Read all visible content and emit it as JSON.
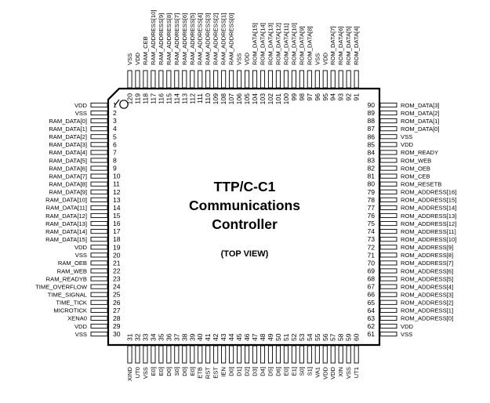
{
  "chip": {
    "title_lines": [
      "TTP/C-C1",
      "Communications",
      "Controller"
    ],
    "subtitle": "(TOP VIEW)"
  },
  "pins": {
    "left": [
      {
        "num": "1",
        "name": "VDD"
      },
      {
        "num": "2",
        "name": "VSS"
      },
      {
        "num": "3",
        "name": "RAM_DATA[0]"
      },
      {
        "num": "4",
        "name": "RAM_DATA[1]"
      },
      {
        "num": "5",
        "name": "RAM_DATA[2]"
      },
      {
        "num": "6",
        "name": "RAM_DATA[3]"
      },
      {
        "num": "7",
        "name": "RAM_DATA[4]"
      },
      {
        "num": "8",
        "name": "RAM_DATA[5]"
      },
      {
        "num": "9",
        "name": "RAM_DATA[6]"
      },
      {
        "num": "10",
        "name": "RAM_DATA[7]"
      },
      {
        "num": "11",
        "name": "RAM_DATA[8]"
      },
      {
        "num": "12",
        "name": "RAM_DATA[9]"
      },
      {
        "num": "13",
        "name": "RAM_DATA[10]"
      },
      {
        "num": "14",
        "name": "RAM_DATA[11]"
      },
      {
        "num": "15",
        "name": "RAM_DATA[12]"
      },
      {
        "num": "16",
        "name": "RAM_DATA[13]"
      },
      {
        "num": "17",
        "name": "RAM_DATA[14]"
      },
      {
        "num": "18",
        "name": "RAM_DATA[15]"
      },
      {
        "num": "19",
        "name": "VDD"
      },
      {
        "num": "20",
        "name": "VSS"
      },
      {
        "num": "21",
        "name": "RAM_OEB"
      },
      {
        "num": "22",
        "name": "RAM_WEB"
      },
      {
        "num": "23",
        "name": "RAM_READYB"
      },
      {
        "num": "24",
        "name": "TIME_OVERFLOW"
      },
      {
        "num": "25",
        "name": "TIME_SIGNAL"
      },
      {
        "num": "26",
        "name": "TIME_TICK"
      },
      {
        "num": "27",
        "name": "MICROTICK"
      },
      {
        "num": "28",
        "name": "XENA0"
      },
      {
        "num": "29",
        "name": "VDD"
      },
      {
        "num": "30",
        "name": "VSS"
      }
    ],
    "right": [
      {
        "num": "90",
        "name": "ROM_DATA[3]"
      },
      {
        "num": "89",
        "name": "ROM_DATA[2]"
      },
      {
        "num": "88",
        "name": "ROM_DATA[1]"
      },
      {
        "num": "87",
        "name": "ROM_DATA[0]"
      },
      {
        "num": "86",
        "name": "VSS"
      },
      {
        "num": "85",
        "name": "VDD"
      },
      {
        "num": "84",
        "name": "ROM_READY"
      },
      {
        "num": "83",
        "name": "ROM_WEB"
      },
      {
        "num": "82",
        "name": "ROM_OEB"
      },
      {
        "num": "81",
        "name": "ROM_CEB"
      },
      {
        "num": "80",
        "name": "ROM_RESETB"
      },
      {
        "num": "79",
        "name": "ROM_ADDRESS[16]"
      },
      {
        "num": "78",
        "name": "ROM_ADDRESS[15]"
      },
      {
        "num": "77",
        "name": "ROM_ADDRESS[14]"
      },
      {
        "num": "76",
        "name": "ROM_ADDRESS[13]"
      },
      {
        "num": "75",
        "name": "ROM_ADDRESS[12]"
      },
      {
        "num": "74",
        "name": "ROM_ADDRESS[11]"
      },
      {
        "num": "73",
        "name": "ROM_ADDRESS[10]"
      },
      {
        "num": "72",
        "name": "ROM_ADDRESS[9]"
      },
      {
        "num": "71",
        "name": "ROM_ADDRESS[8]"
      },
      {
        "num": "70",
        "name": "ROM_ADDRESS[7]"
      },
      {
        "num": "69",
        "name": "ROM_ADDRESS[6]"
      },
      {
        "num": "68",
        "name": "ROM_ADDRESS[5]"
      },
      {
        "num": "67",
        "name": "ROM_ADDRESS[4]"
      },
      {
        "num": "66",
        "name": "ROM_ADDRESS[3]"
      },
      {
        "num": "65",
        "name": "ROM_ADDRESS[2]"
      },
      {
        "num": "64",
        "name": "ROM_ADDRESS[1]"
      },
      {
        "num": "63",
        "name": "ROM_ADDRESS[0]"
      },
      {
        "num": "62",
        "name": "VDD"
      },
      {
        "num": "61",
        "name": "VSS"
      }
    ],
    "top": [
      {
        "num": "120",
        "name": "VSS"
      },
      {
        "num": "119",
        "name": "VDD"
      },
      {
        "num": "118",
        "name": "RAM_CEB"
      },
      {
        "num": "117",
        "name": "RAM_ADDRESS[10]"
      },
      {
        "num": "116",
        "name": "RAM_ADDRESS[9]"
      },
      {
        "num": "115",
        "name": "RAM_ADDRESS[8]"
      },
      {
        "num": "114",
        "name": "RAM_ADDRESS[7]"
      },
      {
        "num": "113",
        "name": "RAM_ADDRESS[6]"
      },
      {
        "num": "112",
        "name": "RAM_ADDRESS[5]"
      },
      {
        "num": "111",
        "name": "RAM_ADDRESS[4]"
      },
      {
        "num": "110",
        "name": "RAM_ADDRESS[3]"
      },
      {
        "num": "109",
        "name": "RAM_ADDRESS[2]"
      },
      {
        "num": "108",
        "name": "RAM_ADDRESS[1]"
      },
      {
        "num": "107",
        "name": "RAM_ADDRESS[0]"
      },
      {
        "num": "106",
        "name": "VSS"
      },
      {
        "num": "105",
        "name": "VDD"
      },
      {
        "num": "104",
        "name": "ROM_DATA[15]"
      },
      {
        "num": "103",
        "name": "ROM_DATA[14]"
      },
      {
        "num": "102",
        "name": "ROM_DATA[13]"
      },
      {
        "num": "101",
        "name": "ROM_DATA[12]"
      },
      {
        "num": "100",
        "name": "ROM_DATA[11]"
      },
      {
        "num": "99",
        "name": "ROM_DATA[10]"
      },
      {
        "num": "98",
        "name": "ROM_DATA[9]"
      },
      {
        "num": "97",
        "name": "ROM_DATA[8]"
      },
      {
        "num": "96",
        "name": "VSS"
      },
      {
        "num": "95",
        "name": "VDD"
      },
      {
        "num": "94",
        "name": "ROM_DATA[7]"
      },
      {
        "num": "93",
        "name": "ROM_DATA[6]"
      },
      {
        "num": "92",
        "name": "ROM_DATA[5]"
      },
      {
        "num": "91",
        "name": "ROM_DATA[4]"
      }
    ],
    "bottom": [
      {
        "num": "31",
        "name": "XIND"
      },
      {
        "num": "32",
        "name": "UT0"
      },
      {
        "num": "33",
        "name": "VSS"
      },
      {
        "num": "34",
        "name": "E0]"
      },
      {
        "num": "35",
        "name": "E0]"
      },
      {
        "num": "36",
        "name": "D0]"
      },
      {
        "num": "37",
        "name": "S0]"
      },
      {
        "num": "38",
        "name": "D0]"
      },
      {
        "num": "39",
        "name": "E0]"
      },
      {
        "num": "40",
        "name": "ETB"
      },
      {
        "num": "41",
        "name": "RST"
      },
      {
        "num": "42",
        "name": "EST"
      },
      {
        "num": "43",
        "name": "IEN"
      },
      {
        "num": "44",
        "name": "D0]"
      },
      {
        "num": "45",
        "name": "D1]"
      },
      {
        "num": "46",
        "name": "D2]"
      },
      {
        "num": "47",
        "name": "D3]"
      },
      {
        "num": "48",
        "name": "D4]"
      },
      {
        "num": "49",
        "name": "D5]"
      },
      {
        "num": "50",
        "name": "D6]"
      },
      {
        "num": "51",
        "name": "E0]"
      },
      {
        "num": "52",
        "name": "E1]"
      },
      {
        "num": "53",
        "name": "S0]"
      },
      {
        "num": "54",
        "name": "S1]"
      },
      {
        "num": "55",
        "name": "VA1"
      },
      {
        "num": "56",
        "name": "VDD"
      },
      {
        "num": "57",
        "name": "VDD"
      },
      {
        "num": "58",
        "name": "XIN"
      },
      {
        "num": "59",
        "name": "VSS"
      },
      {
        "num": "60",
        "name": "UT1"
      }
    ]
  }
}
